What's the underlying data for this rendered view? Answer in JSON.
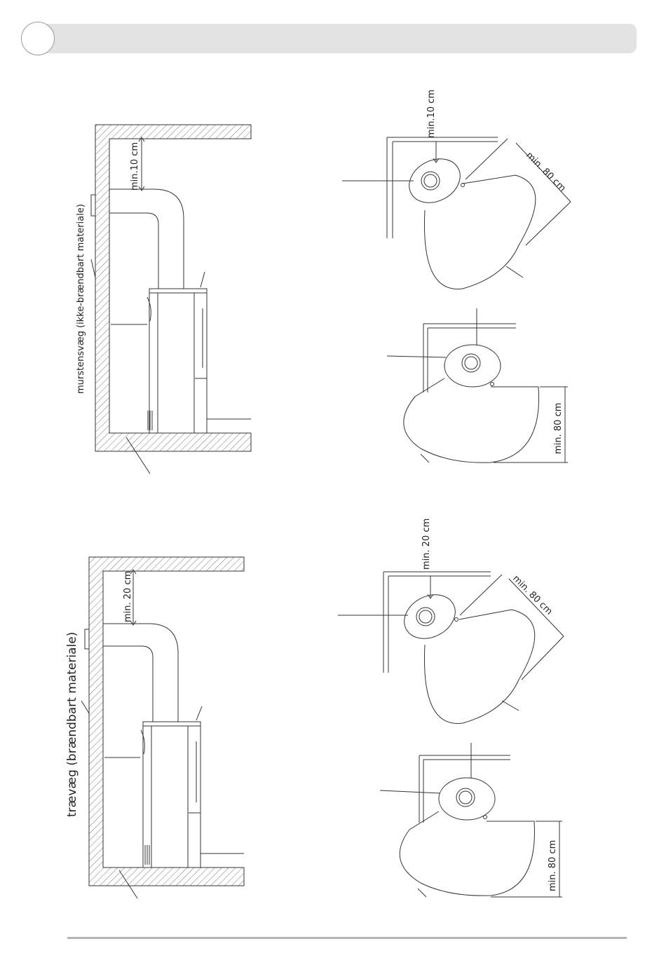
{
  "labels": {
    "brick_wall": "murstensvæg (ikke-brændbart materiale)",
    "wood_wall": "trævæg (brændbart materiale)",
    "side_brick_min": "min.10 cm",
    "side_wood_min": "min. 20 cm",
    "top_brick_back_min": "min.10 cm",
    "top_brick_front_min": "min. 80 cm",
    "top_brick_front_min_2": "min. 80 cm",
    "top_wood_back_min": "min. 20 cm",
    "top_wood_front_min": "min. 80 cm",
    "top_wood_front_min_2": "min. 80 cm"
  }
}
